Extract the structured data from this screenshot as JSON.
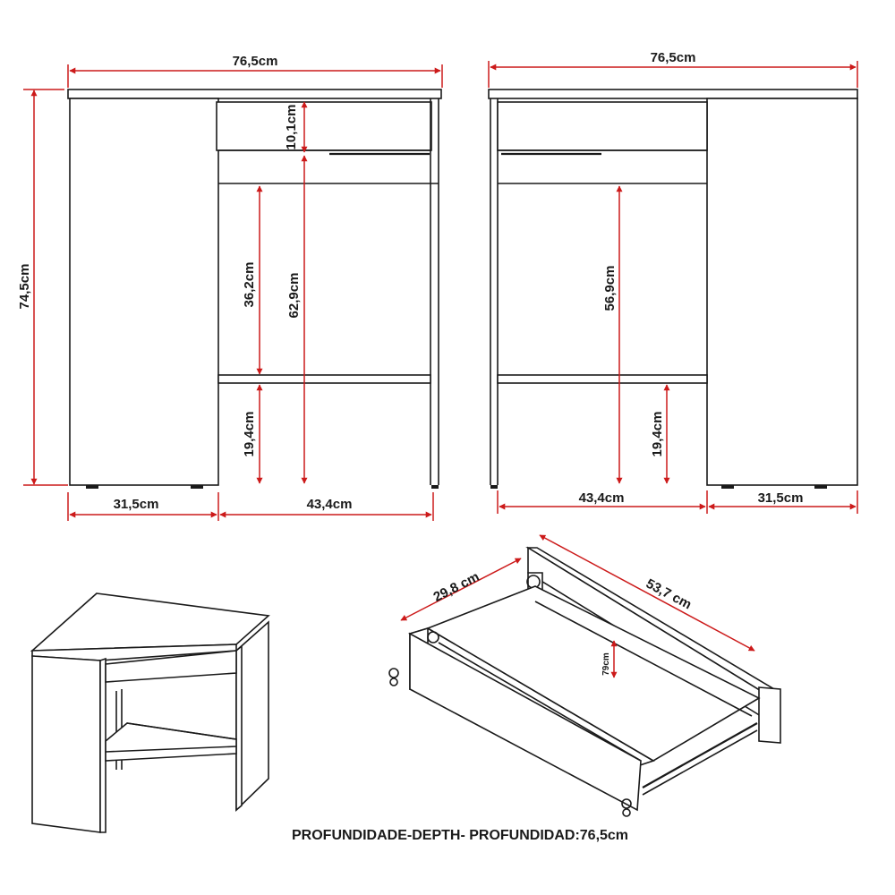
{
  "colors": {
    "dimension": "#cc1a1a",
    "outline": "#1a1a1a",
    "background": "#ffffff"
  },
  "front_view": {
    "width": "76,5cm",
    "height": "74,5cm",
    "drawer_height": "10,1cm",
    "shelf_gap": "36,2cm",
    "leg_height": "62,9cm",
    "lower_gap": "19,4cm",
    "cabinet_width": "31,5cm",
    "desk_width": "43,4cm"
  },
  "rear_view": {
    "width": "76,5cm",
    "clearance": "56,9cm",
    "lower_gap": "19,4cm",
    "desk_width": "43,4cm",
    "cabinet_width": "31,5cm"
  },
  "drawer": {
    "width": "29,8 cm",
    "length": "53,7 cm",
    "inner_height": "79cm"
  },
  "footer": {
    "label": "PROFUNDIDADE-DEPTH- PROFUNDIDAD:",
    "value": "76,5cm"
  }
}
